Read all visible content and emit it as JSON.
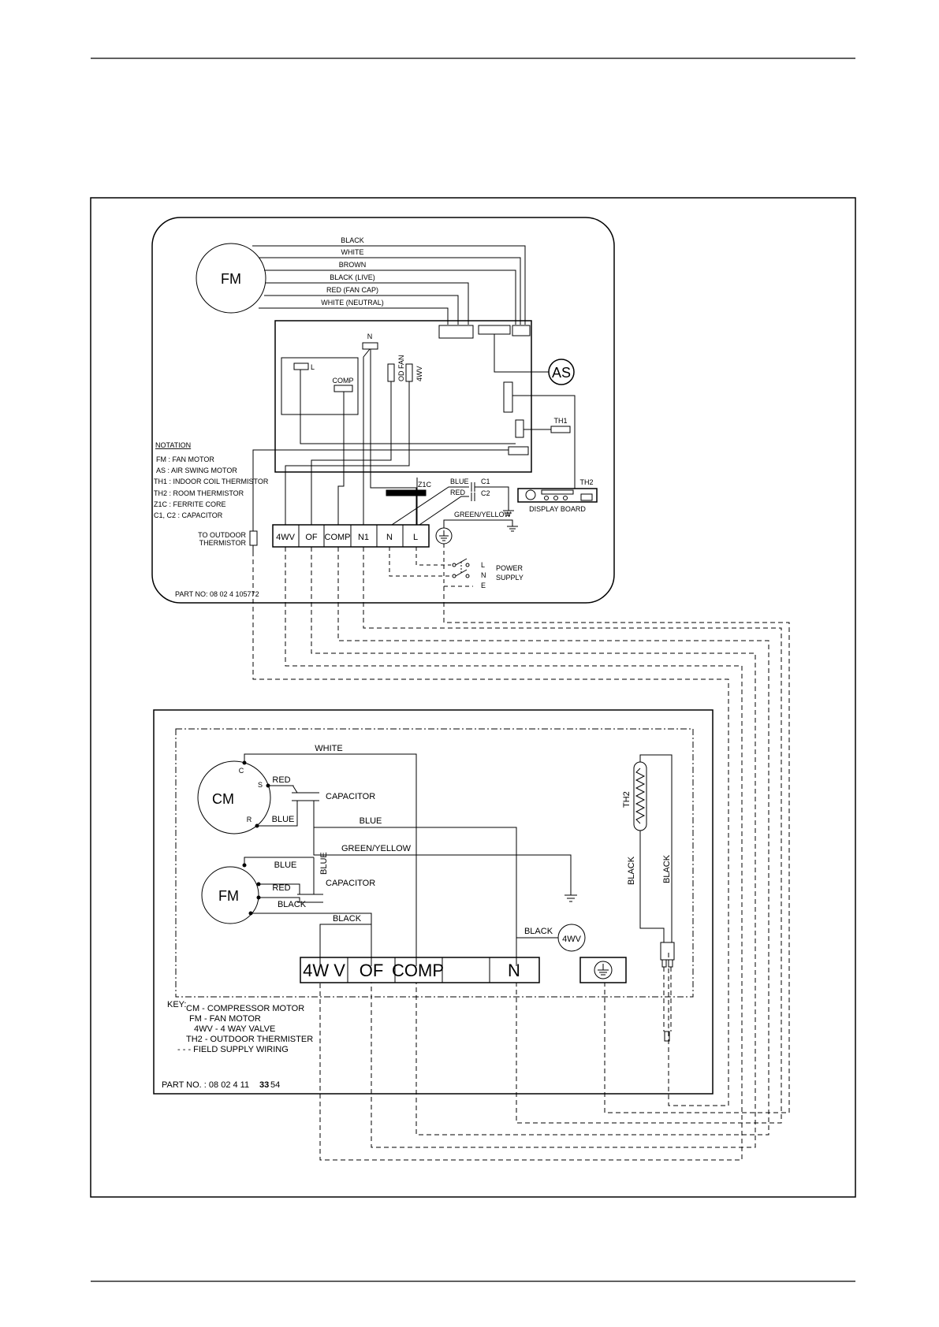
{
  "indoor": {
    "fm": "FM",
    "as": "AS",
    "wires": [
      "BLACK",
      "WHITE",
      "BROWN",
      "BLACK (LIVE)",
      "RED (FAN CAP)",
      "WHITE (NEUTRAL)"
    ],
    "pcb_labels": {
      "n": "N",
      "l": "L",
      "comp": "COMP",
      "od_fan": "OD FAN",
      "four_wv": "4WV"
    },
    "th1": "TH1",
    "th2": "TH2",
    "display_board": "DISPLAY BOARD",
    "z1c": "Z1C",
    "blue": "BLUE",
    "red": "RED",
    "c1": "C1",
    "c2": "C2",
    "green_yellow": "GREEN/YELLOW",
    "notation_title": "NOTATION",
    "notation": [
      "FM : FAN MOTOR",
      "AS : AIR SWING MOTOR",
      "TH1 : INDOOR COIL THERMISTOR",
      "TH2 : ROOM THERMISTOR",
      "Z1C : FERRITE CORE",
      "C1, C2 : CAPACITOR"
    ],
    "outdoor_thermistor": [
      "TO OUTDOOR",
      "THERMISTOR"
    ],
    "terminals": [
      "4WV",
      "OF",
      "COMP",
      "N1",
      "N",
      "L"
    ],
    "supply": {
      "l": "L",
      "n": "N",
      "e": "E",
      "label1": "POWER",
      "label2": "SUPPLY"
    },
    "part_no": "PART NO: 08 02 4 105772"
  },
  "outdoor": {
    "cm": "CM",
    "fm": "FM",
    "c": "C",
    "s": "S",
    "r": "R",
    "white": "WHITE",
    "red1": "RED",
    "capacitor1": "CAPACITOR",
    "blue1": "BLUE",
    "blue2": "BLUE",
    "green_yellow": "GREEN/YELLOW",
    "blue3": "BLUE",
    "blue_vertical": "BLUE",
    "capacitor2": "CAPACITOR",
    "red2": "RED",
    "black1": "BLACK",
    "black2": "BLACK",
    "black3": "BLACK",
    "four_wv_circle": "4WV",
    "th2": "TH2",
    "black_left": "BLACK",
    "black_right": "BLACK",
    "terminals": [
      "4W V",
      "OF",
      "COMP",
      "",
      "N"
    ],
    "key_title": "KEY:",
    "key": [
      "CM - COMPRESSOR MOTOR",
      "FM - FAN MOTOR",
      "4WV - 4 WAY VALVE",
      "TH2 - OUTDOOR THERMISTER",
      "- - -  FIELD SUPPLY WIRING"
    ],
    "part_no": "PART NO. : 08 02 4 11",
    "part_no_tail": "54",
    "page_number": "33"
  }
}
